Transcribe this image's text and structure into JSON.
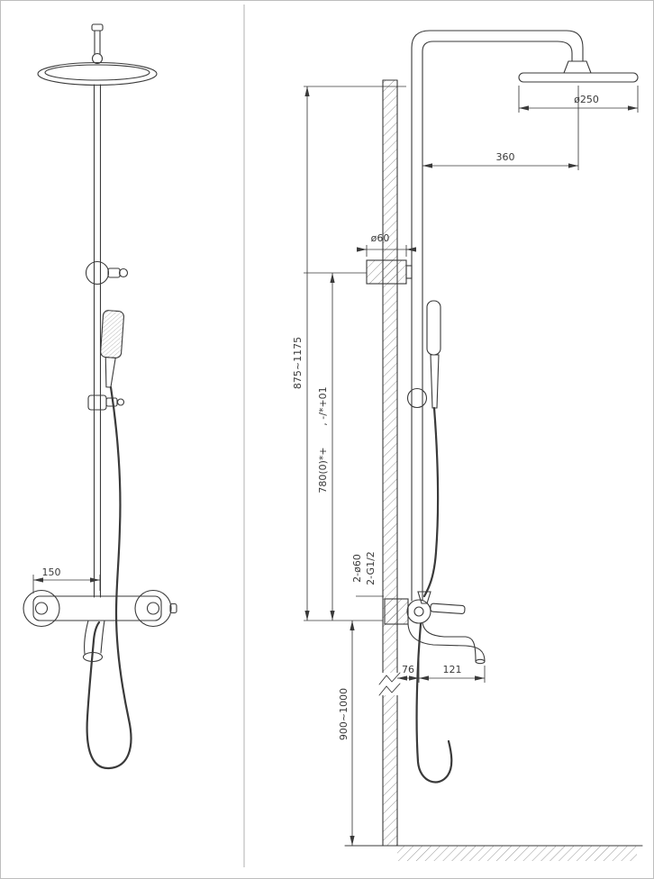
{
  "drawing": {
    "line_color": "#3a3a3a",
    "front_view": {
      "dim_spacing": "150"
    },
    "side_view": {
      "head_diameter": "ø250",
      "head_offset": "360",
      "bracket_diameter": "ø60",
      "height_range": "875~1175",
      "pipe_length": "780(0)*+",
      "pipe_length_suffix": ", -/*+01",
      "connections": "2-ø60",
      "thread": "2-G1/2",
      "wall_offset": "76",
      "spout_reach": "121",
      "install_height": "900~1000"
    }
  }
}
